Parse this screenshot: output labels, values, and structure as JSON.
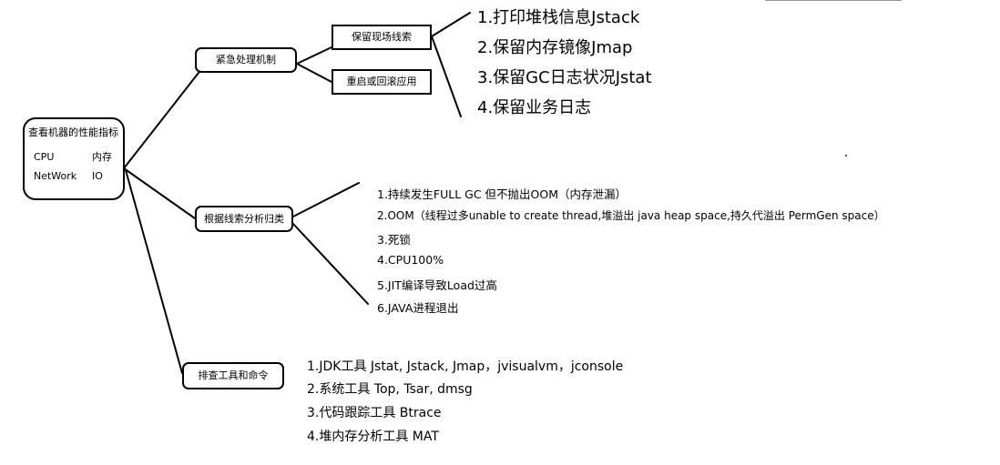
{
  "root": {
    "title": "查看机器的性能指标",
    "metrics": [
      "CPU",
      "内存",
      "NetWork",
      "IO"
    ]
  },
  "branches": {
    "emergency": {
      "label": "紧急处理机制",
      "children": [
        "保留现场线索",
        "重启或回滚应用"
      ]
    },
    "clues": {
      "label": "保留现场线索",
      "items": [
        "1.打印堆栈信息Jstack",
        "2.保留内存镜像Jmap",
        "3.保留GC日志状况Jstat",
        "4.保留业务日志"
      ]
    },
    "restart": {
      "label": "重启或回滚应用"
    },
    "analysis": {
      "label": "根据线索分析归类",
      "items": [
        "1.持续发生FULL GC 但不抛出OOM（内存泄漏）",
        "2.OOM（线程过多unable to create thread,堆溢出 java heap space,持久代溢出 PermGen space）",
        "3.死锁",
        "4.CPU100%",
        "5.JIT编译导致Load过高",
        "6.JAVA进程退出"
      ]
    },
    "tools": {
      "label": "排查工具和命令",
      "items": [
        "1.JDK工具 Jstat, Jstack, Jmap，jvisualvm，jconsole",
        "2.系统工具 Top, Tsar, dmsg",
        "3.代码跟踪工具 Btrace",
        "4.堆内存分析工具 MAT"
      ]
    }
  }
}
